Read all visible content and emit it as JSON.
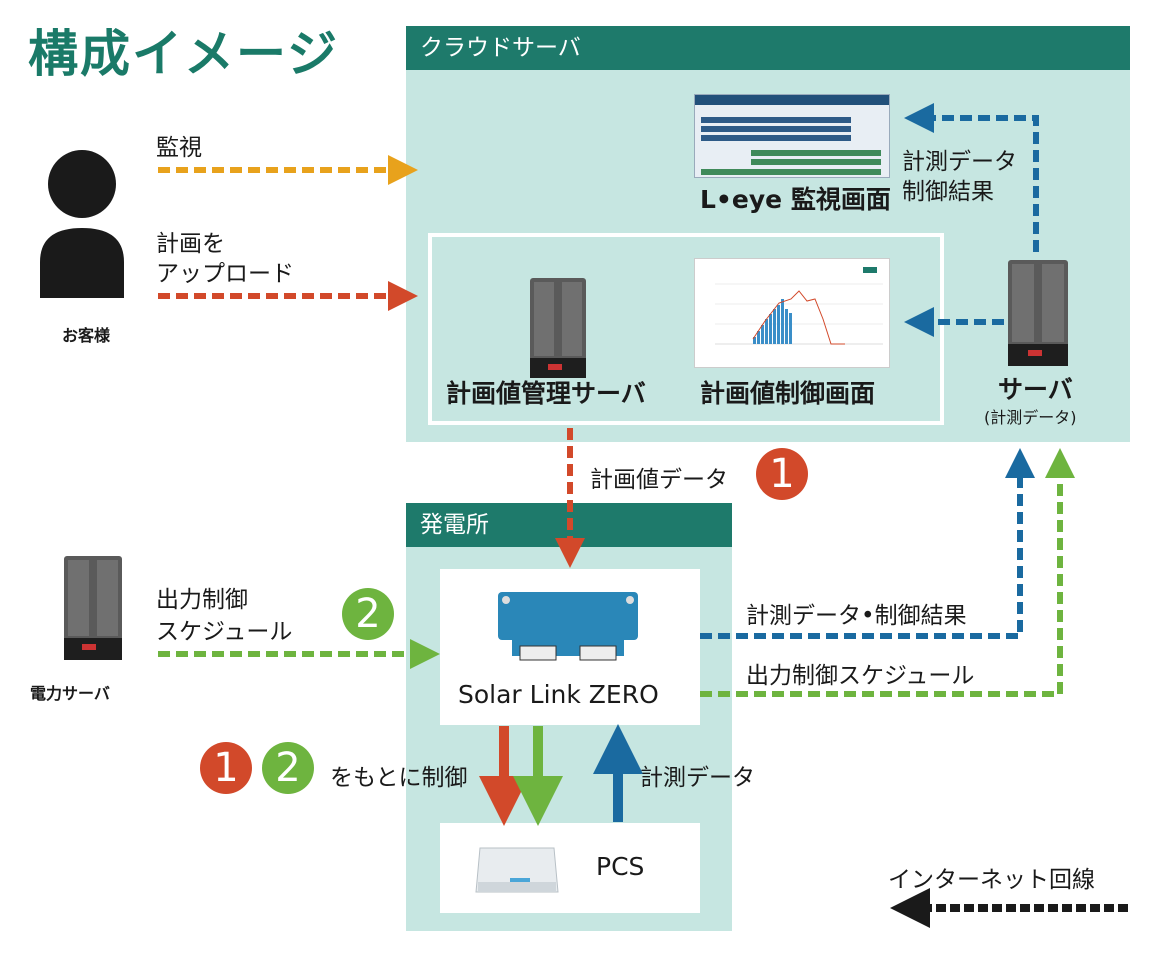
{
  "title": "構成イメージ",
  "cloud": {
    "header": "クラウドサーバ"
  },
  "plant": {
    "header": "発電所"
  },
  "customer": {
    "label": "お客様"
  },
  "power_server": {
    "label": "電力サーバ"
  },
  "flows": {
    "monitor": "監視",
    "upload_line1": "計画を",
    "upload_line2": "アップロード",
    "measure_result_line1": "計測データ",
    "measure_result_line2": "制御結果",
    "plan_data": "計画値データ",
    "output_schedule_line1": "出力制御",
    "output_schedule_line2": "スケジュール",
    "measure_and_result": "計測データ•制御結果",
    "output_schedule": "出力制御スケジュール",
    "control_basis": "をもとに制御",
    "measure_data": "計測データ"
  },
  "nodes": {
    "leye_screen": "L•eye 監視画面",
    "plan_server": "計画値管理サーバ",
    "plan_screen": "計画値制御画面",
    "server": "サーバ",
    "server_sub": "(計測データ)",
    "solar_link": "Solar Link ZERO",
    "pcs": "PCS"
  },
  "badges": {
    "one": "1",
    "two": "2"
  },
  "legend": {
    "internet": "インターネット回線"
  },
  "colors": {
    "orange": "#e8a21c",
    "red": "#d2492a",
    "blue": "#1a6aa0",
    "green": "#6eb43f",
    "teal": "#1e7a6b",
    "panel": "#c6e6e1"
  }
}
